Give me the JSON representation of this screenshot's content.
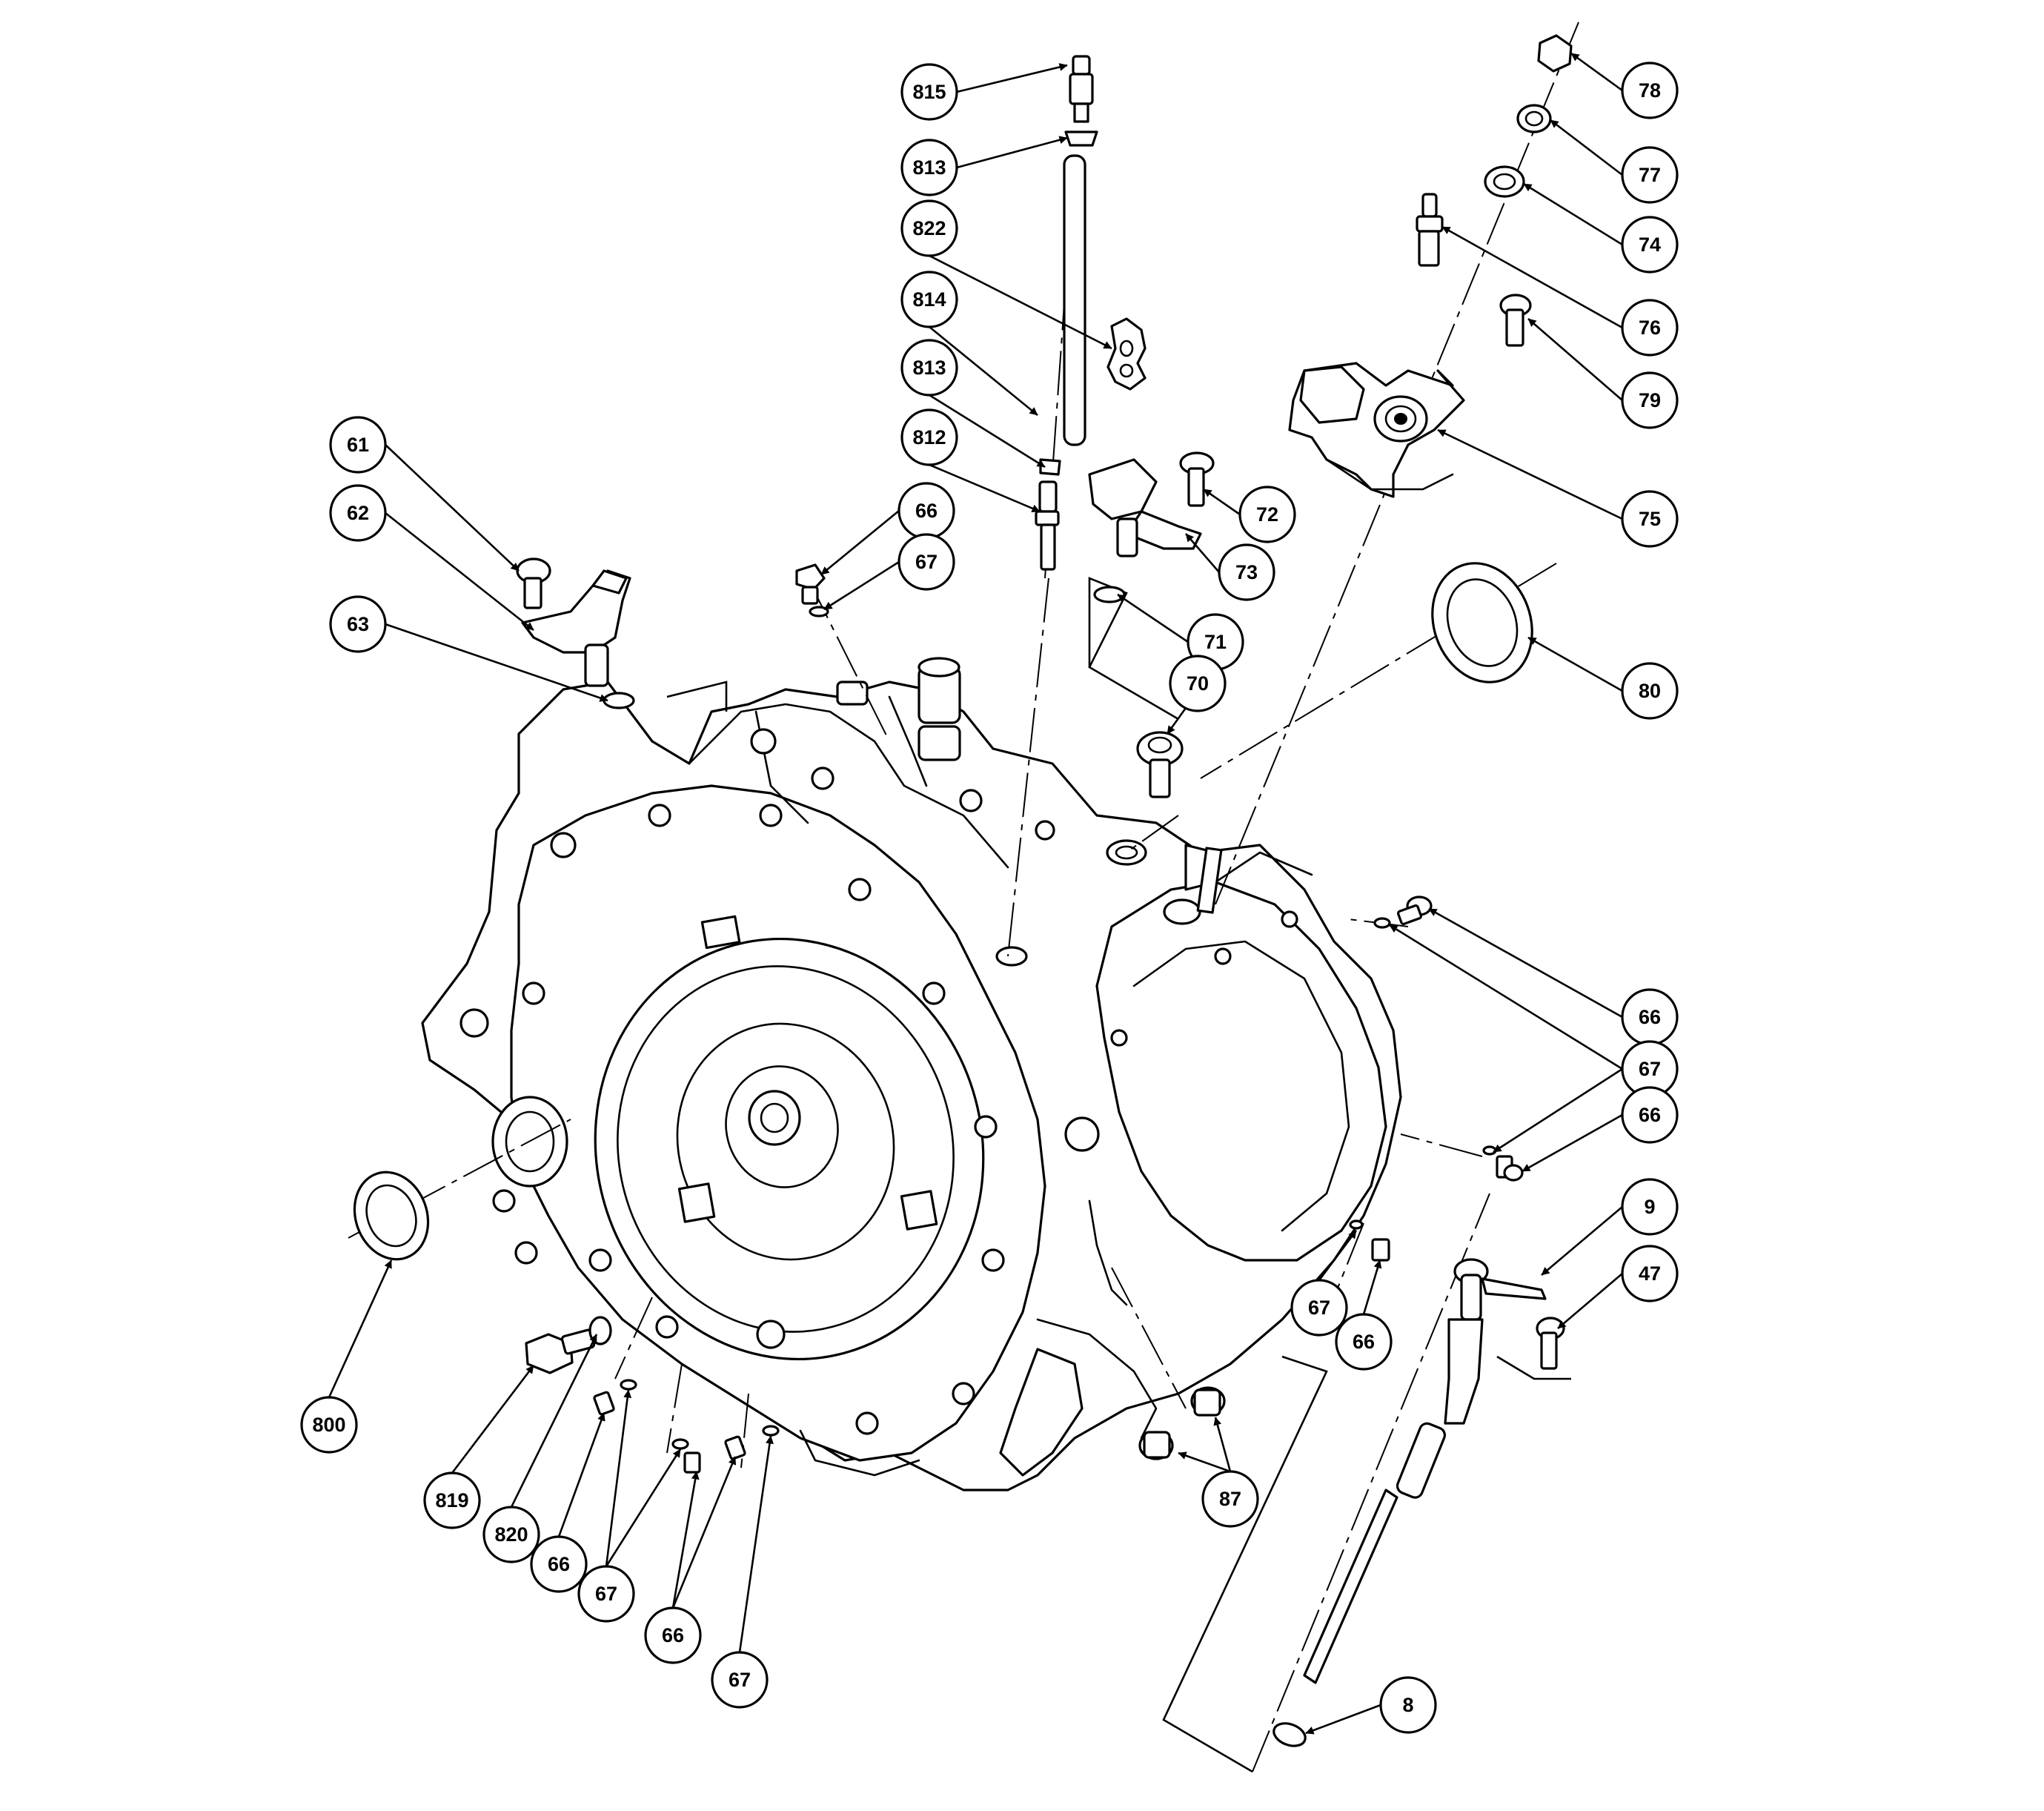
{
  "diagram": {
    "callouts": [
      "815",
      "813",
      "822",
      "814",
      "813",
      "812",
      "78",
      "77",
      "74",
      "76",
      "79",
      "75",
      "61",
      "62",
      "63",
      "66",
      "67",
      "72",
      "73",
      "71",
      "70",
      "80",
      "66",
      "67",
      "66",
      "9",
      "47",
      "67",
      "66",
      "800",
      "819",
      "820",
      "66",
      "67",
      "66",
      "67",
      "87",
      "8"
    ]
  }
}
